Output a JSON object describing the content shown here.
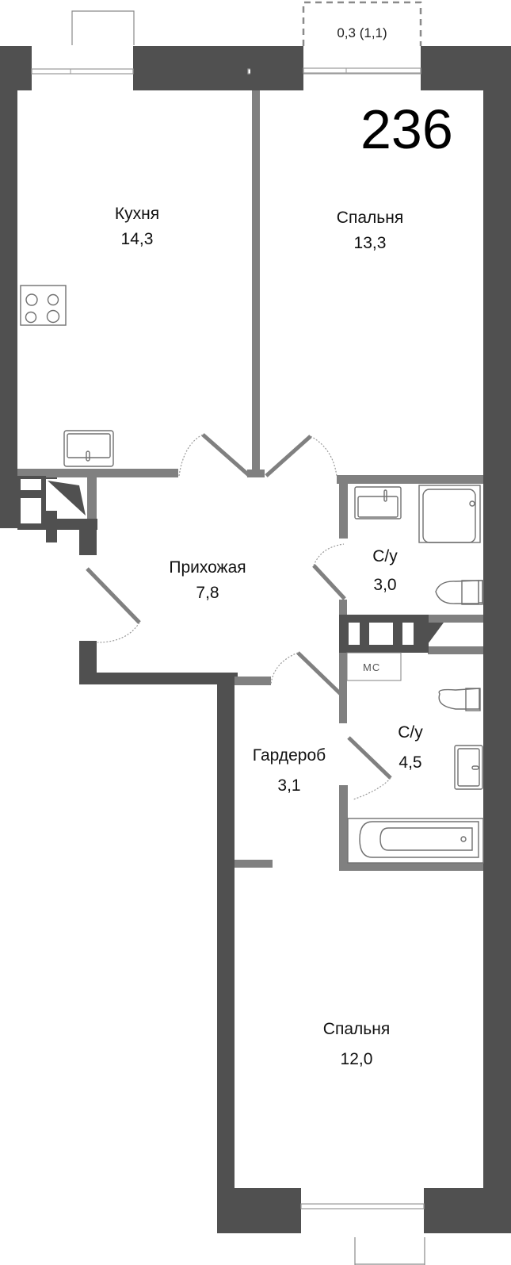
{
  "apartment": {
    "number": "236"
  },
  "balcony": {
    "label": "0,3 (1,1)"
  },
  "rooms": [
    {
      "id": "kitchen",
      "name": "Кухня",
      "area": "14,3"
    },
    {
      "id": "bedroom-1",
      "name": "Спальня",
      "area": "13,3"
    },
    {
      "id": "hallway",
      "name": "Прихожая",
      "area": "7,8"
    },
    {
      "id": "bathroom-1",
      "name": "С/у",
      "area": "3,0"
    },
    {
      "id": "wardrobe",
      "name": "Гардероб",
      "area": "3,1"
    },
    {
      "id": "bathroom-2",
      "name": "С/у",
      "area": "4,5"
    },
    {
      "id": "bedroom-2",
      "name": "Спальня",
      "area": "12,0"
    }
  ],
  "markers": {
    "mc": "МС"
  },
  "icons": [
    "stove-icon",
    "sink-icon",
    "shower-icon",
    "toilet-icon",
    "bathtub-icon",
    "door-icon",
    "window-icon",
    "shaft-icon"
  ],
  "colors": {
    "wall": "#505050",
    "partition": "#808080",
    "fixture": "#707070",
    "background": "#ffffff"
  }
}
